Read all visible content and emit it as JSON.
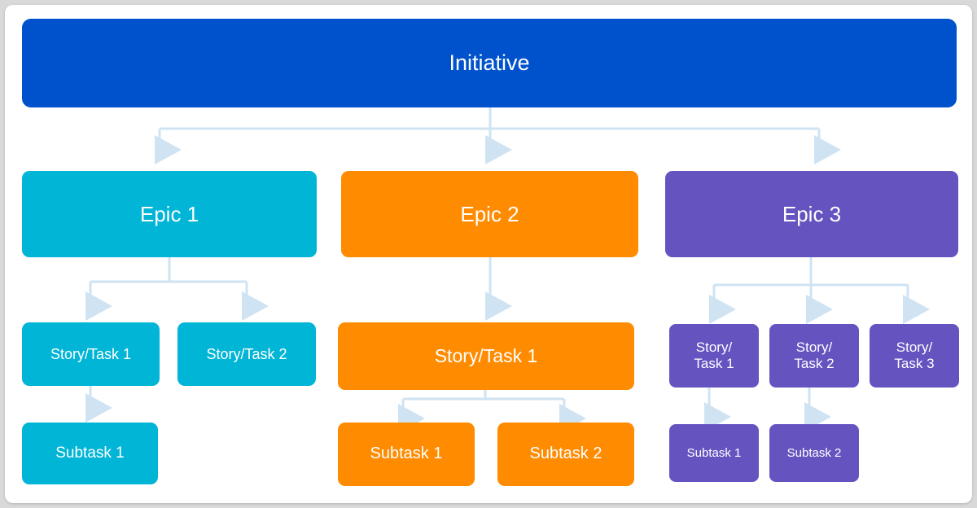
{
  "diagram": {
    "title": "Jira issue hierarchy",
    "type": "tree",
    "background": "#ffffff",
    "connector_color": "#cfe3f3",
    "colors": {
      "initiative": "#0052cc",
      "epic1": "#00b5d6",
      "epic2": "#ff8b00",
      "epic3": "#6554c0",
      "text": "#ffffff"
    },
    "levels": [
      "Initiative",
      "Epic",
      "Story/Task",
      "Subtask"
    ],
    "nodes": {
      "initiative": {
        "label": "Initiative"
      },
      "epic1": {
        "label": "Epic 1"
      },
      "epic2": {
        "label": "Epic 2"
      },
      "epic3": {
        "label": "Epic 3"
      },
      "epic1_story1": {
        "label": "Story/Task 1"
      },
      "epic1_story2": {
        "label": "Story/Task 2"
      },
      "epic1_subtask1": {
        "label": "Subtask 1"
      },
      "epic2_story1": {
        "label": "Story/Task 1"
      },
      "epic2_subtask1": {
        "label": "Subtask 1"
      },
      "epic2_subtask2": {
        "label": "Subtask 2"
      },
      "epic3_story1": {
        "label": "Story/\nTask 1"
      },
      "epic3_story2": {
        "label": "Story/\nTask 2"
      },
      "epic3_story3": {
        "label": "Story/\nTask 3"
      },
      "epic3_subtask1": {
        "label": "Subtask 1"
      },
      "epic3_subtask2": {
        "label": "Subtask 2"
      }
    },
    "edges": [
      {
        "from": "initiative",
        "to": "epic1"
      },
      {
        "from": "initiative",
        "to": "epic2"
      },
      {
        "from": "initiative",
        "to": "epic3"
      },
      {
        "from": "epic1",
        "to": "epic1_story1"
      },
      {
        "from": "epic1",
        "to": "epic1_story2"
      },
      {
        "from": "epic1_story1",
        "to": "epic1_subtask1"
      },
      {
        "from": "epic2",
        "to": "epic2_story1"
      },
      {
        "from": "epic2_story1",
        "to": "epic2_subtask1"
      },
      {
        "from": "epic2_story1",
        "to": "epic2_subtask2"
      },
      {
        "from": "epic3",
        "to": "epic3_story1"
      },
      {
        "from": "epic3",
        "to": "epic3_story2"
      },
      {
        "from": "epic3",
        "to": "epic3_story3"
      },
      {
        "from": "epic3_story1",
        "to": "epic3_subtask1"
      },
      {
        "from": "epic3_story2",
        "to": "epic3_subtask2"
      }
    ]
  }
}
